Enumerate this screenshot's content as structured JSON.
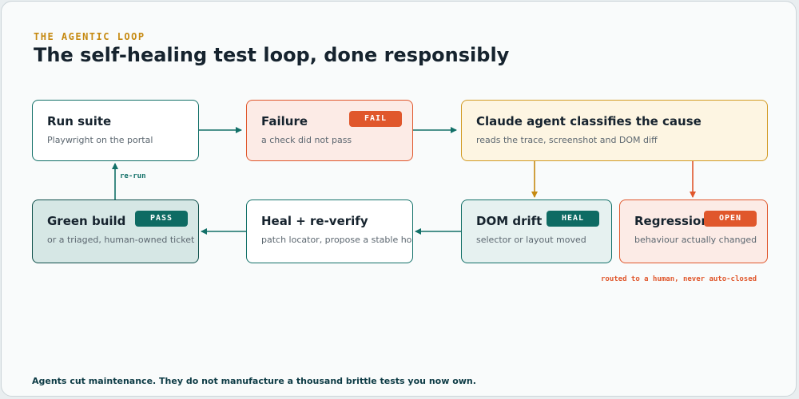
{
  "header": {
    "eyebrow": "THE AGENTIC LOOP",
    "title": "The self-healing test loop, done responsibly"
  },
  "nodes": {
    "run_suite": {
      "title": "Run suite",
      "subtitle": "Playwright on the portal"
    },
    "failure": {
      "title": "Failure",
      "subtitle": "a check did not pass",
      "badge": "FAIL"
    },
    "classify": {
      "title": "Claude agent classifies the cause",
      "subtitle": "reads the trace, screenshot and DOM diff"
    },
    "dom_drift": {
      "title": "DOM drift",
      "subtitle": "selector or layout moved",
      "badge": "HEAL"
    },
    "regression": {
      "title": "Regression",
      "subtitle": "behaviour actually changed",
      "badge": "OPEN"
    },
    "heal": {
      "title": "Heal + re-verify",
      "subtitle": "patch locator, propose a stable hook"
    },
    "green": {
      "title": "Green build",
      "subtitle": "or a triaged, human-owned ticket",
      "badge": "PASS"
    }
  },
  "labels": {
    "rerun": "re-run",
    "routed": "routed to a human, never auto-closed"
  },
  "footer": "Agents cut maintenance. They do not manufacture a thousand brittle tests you now own.",
  "colors": {
    "teal": "#127068",
    "orange": "#e0572c",
    "amber": "#c68a12",
    "navy": "#16232e"
  }
}
